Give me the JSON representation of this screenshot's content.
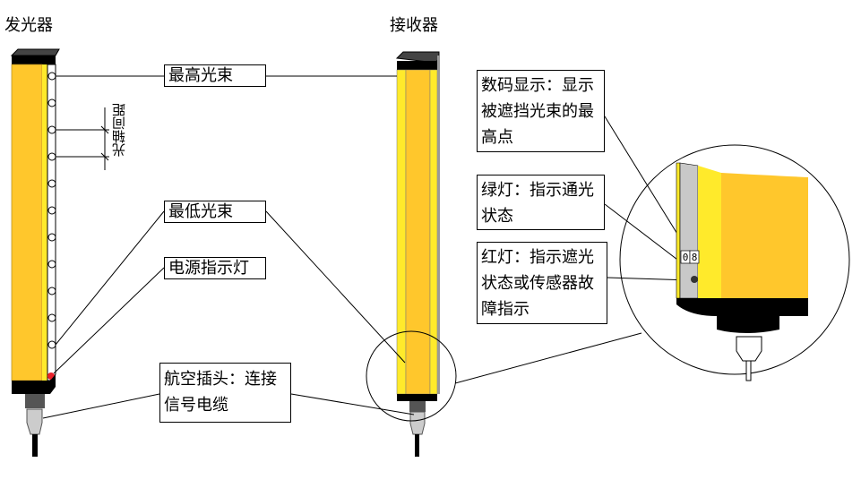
{
  "titles": {
    "emitter": "发光器",
    "receiver": "接收器"
  },
  "labels": {
    "top_beam": "最高光束",
    "beam_spacing": "光轴间距",
    "bottom_beam": "最低光束",
    "power_indicator": "电源指示灯",
    "connector": "航空插头：连接信号电缆",
    "digital_display": "数码显示：显示被遮挡光束的最高点",
    "green_light": "绿灯：指示通光状态",
    "red_light": "红灯：指示遮光状态或传感器故障指示"
  },
  "display_digits": "08",
  "colors": {
    "body": "#FFC72C",
    "strip": "#FFEA2B",
    "cap": "#333333",
    "red_led": "#E8212B"
  }
}
